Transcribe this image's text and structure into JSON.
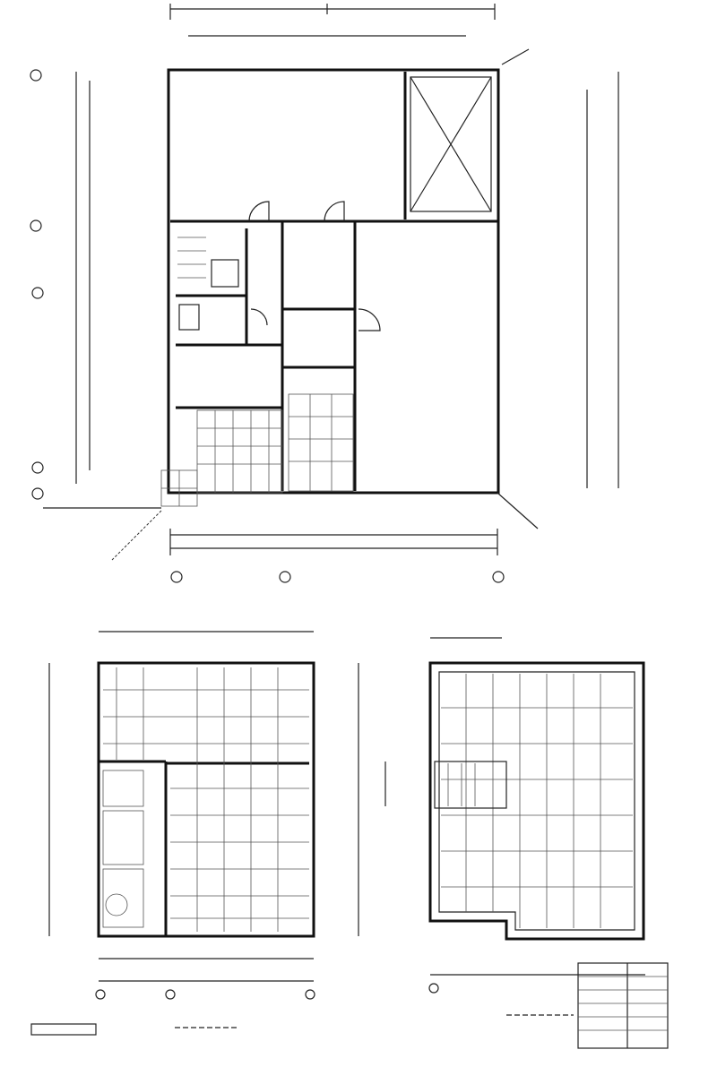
{
  "colors": {
    "ink": "#111111",
    "paper": "#ffffff"
  },
  "drawings": [
    "ground-floor-plan",
    "second-floor-plan",
    "roof-plan",
    "title-block"
  ]
}
